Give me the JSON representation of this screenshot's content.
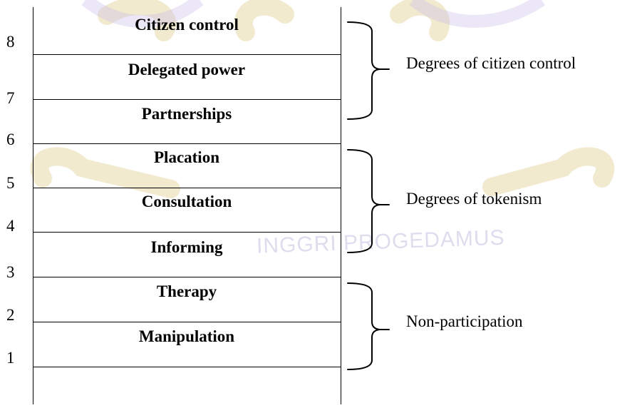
{
  "ladder": {
    "rungs": [
      {
        "number": "8",
        "label": "Citizen control"
      },
      {
        "number": "7",
        "label": "Delegated power"
      },
      {
        "number": "6",
        "label": "Partnerships"
      },
      {
        "number": "5",
        "label": "Placation"
      },
      {
        "number": "4",
        "label": "Consultation"
      },
      {
        "number": "3",
        "label": "Informing"
      },
      {
        "number": "2",
        "label": "Therapy"
      },
      {
        "number": "1",
        "label": "Manipulation"
      }
    ]
  },
  "groups": [
    {
      "label": "Degrees of citizen control"
    },
    {
      "label": "Degrees of tokenism"
    },
    {
      "label": "Non-participation"
    }
  ],
  "watermark": {
    "text": "INGGRI PROGEDAMUS"
  },
  "colors": {
    "lines": "#000000",
    "watermark": "#d9c58a"
  }
}
